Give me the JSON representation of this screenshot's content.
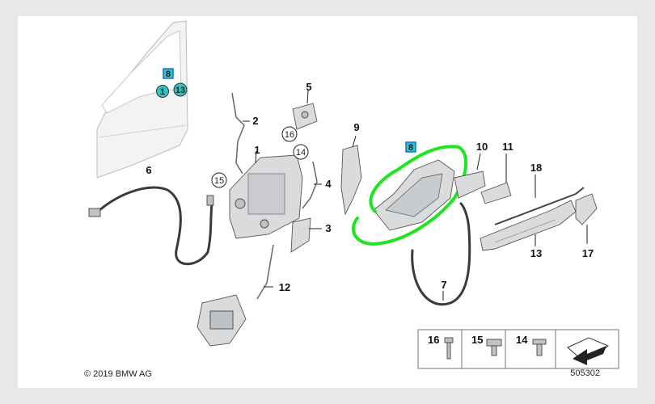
{
  "callouts": {
    "c1": "1",
    "c2": "2",
    "c3": "3",
    "c4": "4",
    "c5": "5",
    "c6": "6",
    "c7": "7",
    "c8": "8",
    "c9": "9",
    "c10": "10",
    "c11": "11",
    "c12": "12",
    "c13": "13",
    "c14": "14",
    "c15": "15",
    "c16": "16",
    "c17": "17",
    "c18": "18"
  },
  "door_markers": {
    "m8": "8",
    "m1": "1",
    "m13": "13"
  },
  "legend": [
    "16",
    "15",
    "14"
  ],
  "copyright": "© 2019 BMW AG",
  "diagram_number": "505302",
  "colors": {
    "highlight": "#1ee61e",
    "marker_fill": "#2ec4c4",
    "marker_box": "#1f6fd6"
  }
}
